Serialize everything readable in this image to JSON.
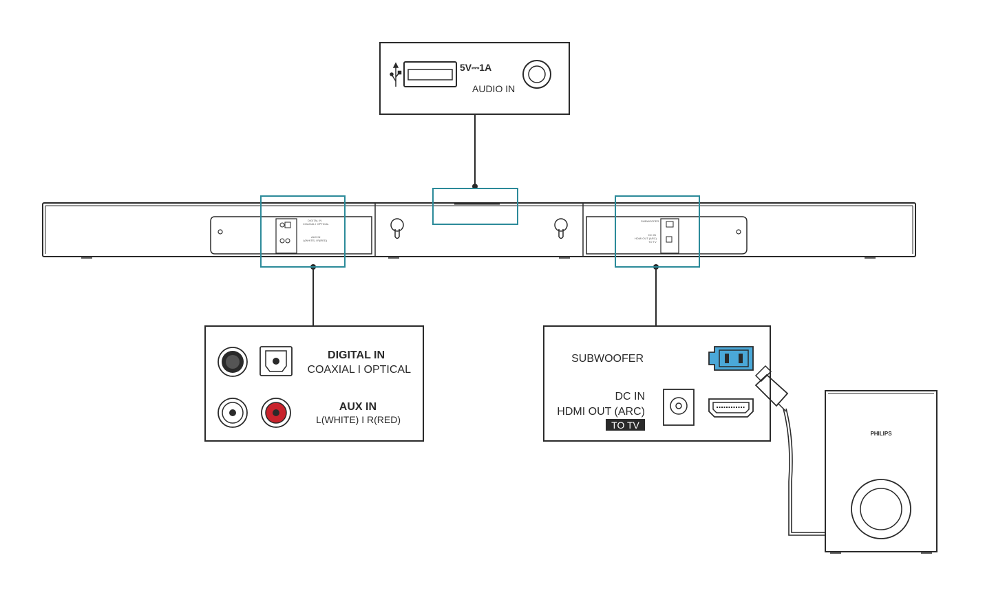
{
  "top_panel": {
    "usb_rating": "5V⎓1A",
    "audio_in": "AUDIO IN"
  },
  "left_panel": {
    "digital_in": "DIGITAL IN",
    "digital_sub": "COAXIAL I OPTICAL",
    "aux_in": "AUX IN",
    "aux_sub": "L(WHITE) I R(RED)"
  },
  "right_panel": {
    "subwoofer": "SUBWOOFER",
    "dc_in": "DC IN",
    "hdmi_out": "HDMI OUT (ARC)",
    "to_tv": "TO TV"
  },
  "soundbar_labels": {
    "digital_in": "DIGITAL IN",
    "coaxial_optical": "COAXIAL I OPTICAL",
    "aux_in": "AUX IN",
    "aux_lr": "L(WHITE) I R(RED)",
    "subwoofer": "SUBWOOFER",
    "dc_in": "DC IN",
    "hdmi_out": "HDMI OUT (ARC)",
    "to_tv": "TO TV"
  },
  "subwoofer_unit": {
    "brand": "PHILIPS"
  },
  "colors": {
    "line": "#2a2a2a",
    "highlight": "#2b8a99",
    "plug": "#4aa8d8",
    "red_jack": "#c8232c"
  }
}
